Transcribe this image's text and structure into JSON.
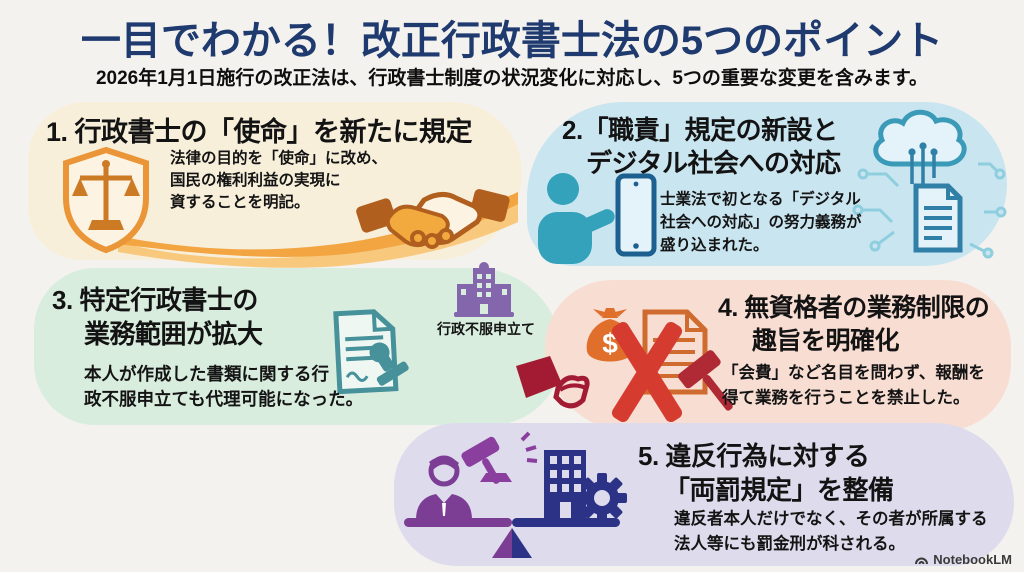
{
  "header": {
    "title": "一目でわかる！改正行政書士法の5つのポイント",
    "subtitle": "2026年1月1日施行の改正法は、行政書士制度の状況変化に対応し、5つの重要な変更を含みます。"
  },
  "sections": [
    {
      "number": "1",
      "title_lines": [
        "1. 行政書士の「使命」を新たに規定"
      ],
      "body": "法律の目的を「使命」に改め、\n国民の権利利益の実現に\n資することを明記。",
      "icons": [
        "shield-scales-icon",
        "handshake-icon",
        "orange-swoosh"
      ],
      "bg_color": "#f8efdb"
    },
    {
      "number": "2",
      "title_lines": [
        "2.「職責」規定の新設と",
        "デジタル社会への対応"
      ],
      "body": "士業法で初となる「デジタル\n社会への対応」の努力義務が\n盛り込まれた。",
      "icons": [
        "person-tablet-icon",
        "cloud-circuit-icon",
        "digital-document-icon"
      ],
      "bg_color": "#c9e5f0"
    },
    {
      "number": "3",
      "title_lines": [
        "3. 特定行政書士の",
        "業務範囲が拡大"
      ],
      "body": "本人が作成した書類に関する行\n政不服申立ても代理可能になった。",
      "building_label": "行政不服申立て",
      "icons": [
        "document-stamp-icon",
        "government-building-icon"
      ],
      "bg_color": "#d9edde"
    },
    {
      "number": "4",
      "title_lines": [
        "4. 無資格者の業務制限の",
        "趣旨を明確化"
      ],
      "body": "「会費」など名目を問わず、報酬を\n得て業務を行うことを禁止した。",
      "icons": [
        "money-bag-icon",
        "hand-icon",
        "prohibition-x-icon",
        "contract-icon",
        "gavel-icon"
      ],
      "bg_color": "#f8ddd2"
    },
    {
      "number": "5",
      "title_lines": [
        "5. 違反行為に対する",
        "「両罰規定」を整備"
      ],
      "body": "違反者本人だけでなく、その者が所属する\n法人等にも罰金刑が科される。",
      "icons": [
        "person-icon",
        "gavel-icon",
        "corporation-building-icon",
        "gear-icon",
        "balance-seesaw-icon"
      ],
      "bg_color": "#dddbec"
    }
  ],
  "footer": {
    "watermark": "NotebookLM"
  },
  "colors": {
    "background": "#f4f2ee",
    "title_navy": "#1e3a6e",
    "text_black": "#141414",
    "orange": "#ea9638",
    "orange_dark": "#cc7a24",
    "teal": "#34a2bb",
    "teal_dark": "#2f7fa6",
    "green_teal": "#47919b",
    "purple": "#8466ad",
    "purple_dark": "#7c3d94",
    "navy": "#2c3387",
    "red": "#d63b30",
    "dark_red": "#a31b32"
  }
}
